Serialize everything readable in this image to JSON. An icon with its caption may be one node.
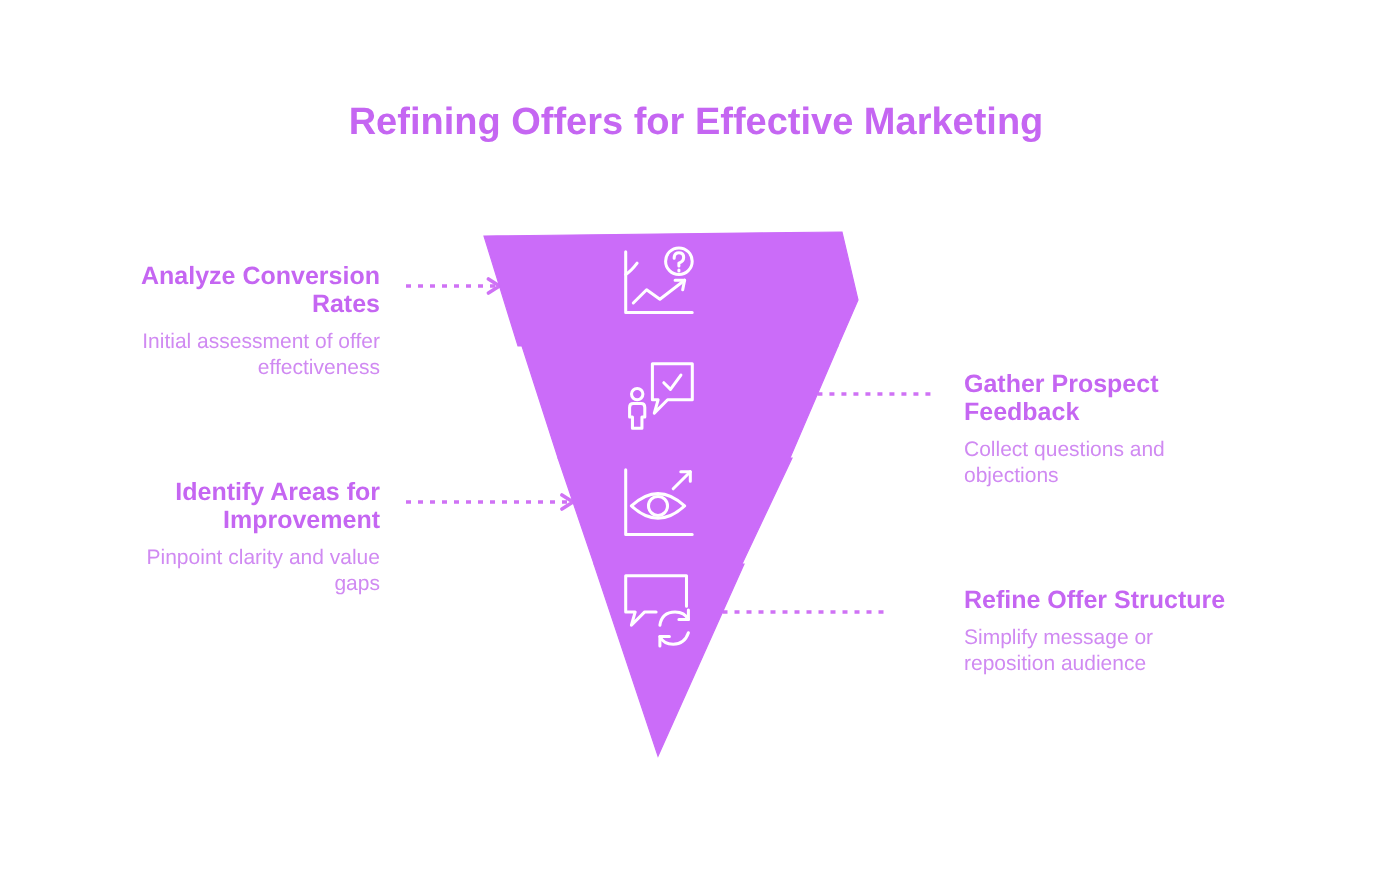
{
  "diagram": {
    "title": "Refining Offers for Effective Marketing",
    "nodes": [
      {
        "text": [],
        "shape": "trapezoid"
      },
      {
        "text": [],
        "shape": "trapezoid"
      },
      {
        "text": [],
        "shape": "trapezoid"
      },
      {
        "text": [],
        "shape": "triangle"
      },
      {
        "text": [
          "Analyze Conversion Rates",
          "Initial assessment of offer effectiveness"
        ]
      },
      {
        "text": [
          "Gather Prospect Feedback",
          "Collect questions and objections"
        ]
      },
      {
        "text": [
          "Identify Areas for Improvement",
          "Pinpoint clarity and value gaps"
        ]
      },
      {
        "text": [
          "Refine Offer Structure",
          "Simplify message or reposition audience"
        ]
      }
    ],
    "edges": [
      {
        "from": 4,
        "to": 0,
        "arrow": "to"
      },
      {
        "from": 1,
        "to": 5,
        "arrow": "none"
      },
      {
        "from": 6,
        "to": 2,
        "arrow": "to"
      },
      {
        "from": 3,
        "to": 7,
        "arrow": "none"
      }
    ]
  }
}
